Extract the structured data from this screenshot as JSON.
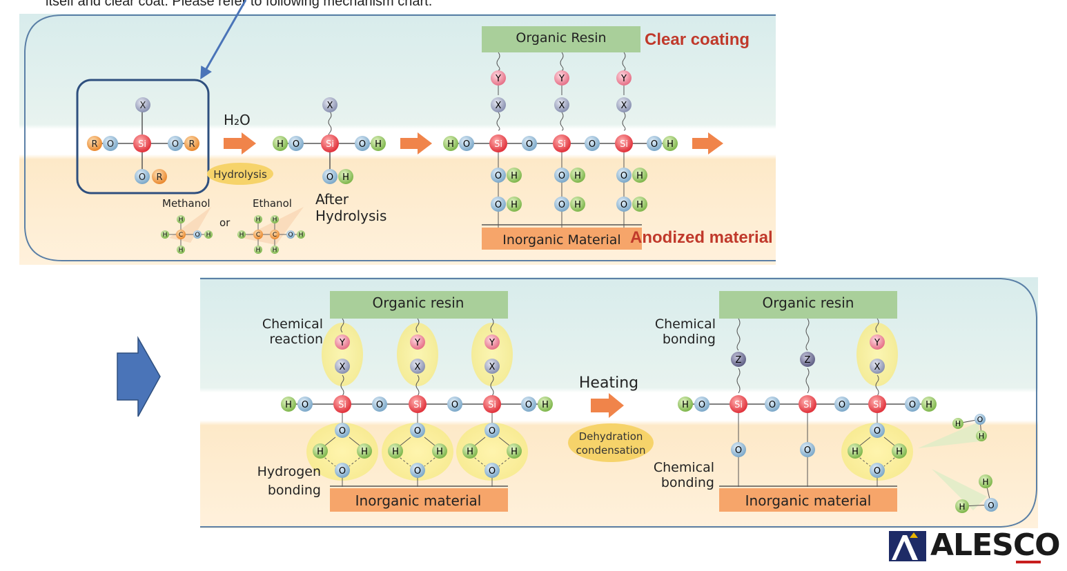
{
  "caption": "itself and clear coat. Please refer to following mechanism chart.",
  "callouts": {
    "clear_coating": "Clear coating",
    "anodized_material": "Anodized material"
  },
  "upper": {
    "organic_label": "Organic Resin",
    "inorganic_label": "Inorganic Material",
    "water": "H₂O",
    "hydrolysis": "Hydrolysis",
    "methanol": "Methanol",
    "ethanol": "Ethanol",
    "or": "or",
    "after_line1": "After",
    "after_line2": "Hydrolysis"
  },
  "lower": {
    "organic_left": "Organic resin",
    "organic_right": "Organic resin",
    "inorganic_left": "Inorganic material",
    "inorganic_right": "Inorganic material",
    "chem_reaction_1": "Chemical",
    "chem_reaction_2": "reaction",
    "hydrogen_1": "Hydrogen",
    "hydrogen_2": "bonding",
    "heating": "Heating",
    "dehydration_1": "Dehydration",
    "dehydration_2": "condensation",
    "chem_bond_top_1": "Chemical",
    "chem_bond_top_2": "bonding",
    "chem_bond_bot_1": "Chemical",
    "chem_bond_bot_2": "bonding"
  },
  "atoms": {
    "si": "Si",
    "o": "O",
    "h": "H",
    "r": "R",
    "x": "X",
    "y": "Y",
    "z": "Z",
    "c": "C"
  },
  "logo": {
    "text": "ALESCO"
  },
  "colors": {
    "arrow": "#f0844a",
    "blue_arrow": "#4a74b8",
    "callout": "#c0392b",
    "resin": "#a9cf9a",
    "inorganic": "#f6a56a"
  }
}
